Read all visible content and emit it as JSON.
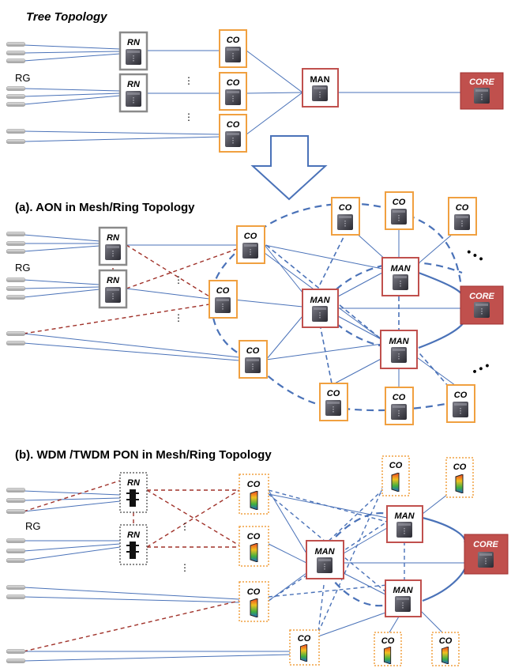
{
  "titles": {
    "tree": "Tree Topology",
    "a": "(a). AON in Mesh/Ring Topology",
    "b": "(b). WDM /TWDM PON in Mesh/Ring Topology"
  },
  "labels": {
    "rg": "RG",
    "rn": "RN",
    "co": "CO",
    "man": "MAN",
    "core": "CORE",
    "vdots": "⋮",
    "dots": "• • •"
  },
  "colors": {
    "line": "#4a72b8",
    "ring": "#4a72b8",
    "red_dash": "#a0322a",
    "co_border": "#f0a040",
    "man_border": "#c0504d",
    "rn_border": "#8a8a8a",
    "core_fill": "#c0504d",
    "arrow": "#4a72b8"
  },
  "icons": [
    "rg-device-icon",
    "server-box-icon",
    "splitter-icon",
    "transceiver-icon",
    "down-arrow-icon"
  ]
}
